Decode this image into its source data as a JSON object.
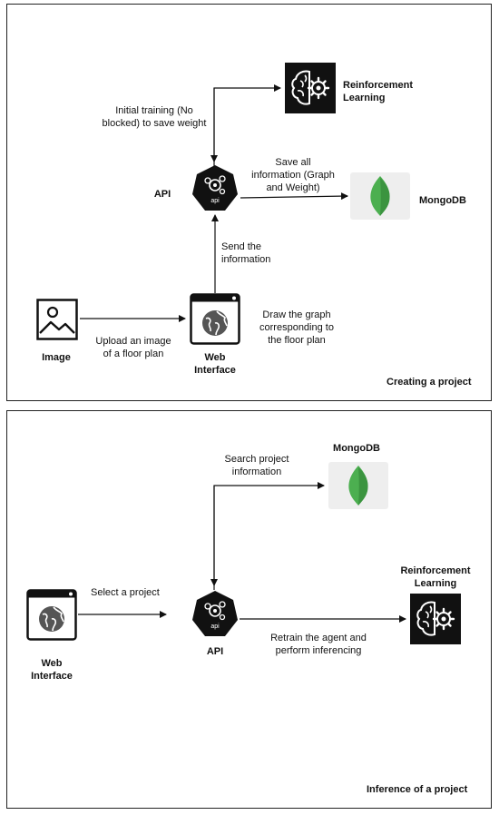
{
  "panel_top": {
    "caption": "Creating a project",
    "rl_label": "Reinforcement\nLearning",
    "api_label": "API",
    "mongo_label": "MongoDB",
    "image_label": "Image",
    "web_label": "Web\nInterface",
    "edge_initial_training": "Initial training (No\nblocked) to save weight",
    "edge_save_all": "Save all\ninformation (Graph\nand Weight)",
    "edge_send_info": "Send the\ninformation",
    "edge_upload": "Upload an image\nof a floor plan",
    "edge_draw_graph": "Draw the graph\ncorresponding to\nthe floor plan"
  },
  "panel_bottom": {
    "caption": "Inference of a project",
    "mongo_label": "MongoDB",
    "rl_label": "Reinforcement\nLearning",
    "api_label": "API",
    "web_label": "Web\nInterface",
    "edge_search": "Search project\ninformation",
    "edge_select": "Select a project",
    "edge_retrain": "Retrain the agent and\nperform inferencing"
  },
  "colors": {
    "mongo_green": "#4caf50",
    "mongo_dark": "#2e7d32",
    "mongo_bg": "#eeeeee",
    "icon_dark": "#111111"
  }
}
